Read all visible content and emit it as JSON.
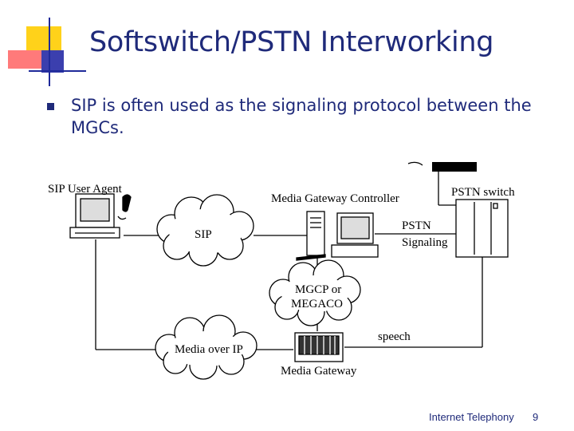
{
  "slide": {
    "title": "Softswitch/PSTN Interworking",
    "bullets": [
      "SIP is often used as the signaling protocol between the MGCs."
    ]
  },
  "diagram": {
    "labels": {
      "sip_user_agent": "SIP User Agent",
      "media_gateway_controller": "Media Gateway Controller",
      "pstn_switch": "PSTN switch",
      "sip_cloud": "SIP",
      "pstn_signaling_line1": "PSTN",
      "pstn_signaling_line2": "Signaling",
      "mgcp_line1": "MGCP or",
      "mgcp_line2": "MEGACO",
      "speech": "speech",
      "media_over_ip": "Media over IP",
      "media_gateway": "Media Gateway"
    }
  },
  "footer": {
    "text": "Internet Telephony",
    "page_number": "9"
  },
  "colors": {
    "title": "#1f2a7a",
    "deco_yellow": "#ffd21a",
    "deco_red": "#ff7a7a",
    "deco_blue": "#1f2a9a"
  }
}
